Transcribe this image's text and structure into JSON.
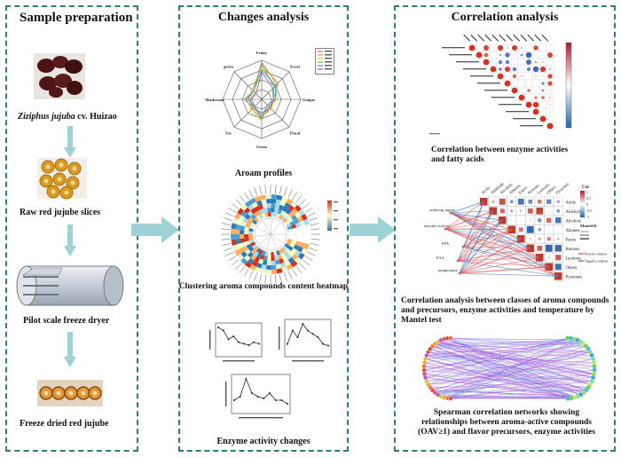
{
  "panels": {
    "sample": {
      "title": "Sample preparation",
      "caption_species_italic": "Ziziphus jujuba",
      "caption_species_rest": " cv. Huizao",
      "caption_slices": "Raw red jujube slices",
      "caption_dryer": "Pilot scale freeze dryer",
      "caption_dried": "Freeze dried red jujube"
    },
    "changes": {
      "title": "Changes analysis",
      "caption_radar": "Aroam profiles",
      "caption_heatmap": "Clustering aroma compounds content heatmap",
      "caption_enzyme": "Enzyme activity changes",
      "radar_labels": [
        "Fruity",
        "Sweet",
        "Unique",
        "Floral",
        "Green",
        "Fat",
        "Mushroom",
        "green"
      ]
    },
    "correlation": {
      "title": "Correlation analysis",
      "caption_fatty": "Correlation between enzyme activities and fatty acids",
      "caption_mantel": "Correlation analysis between classes of aroma compounds and precursors, enzyme activities and temperature by Mantel test",
      "caption_network": "Spearman correlation networks showing relationships between aroma-active compounds (OAV≥1) and flavor precursors, enzyme activities",
      "mantel_columns": [
        "Acids",
        "Aldehyde",
        "Alcohols",
        "Alkenes",
        "Esters",
        "Ketones",
        "Lactones",
        "Others",
        "Pyrazines"
      ],
      "mantel_rows": [
        "Acids",
        "Aldehyde",
        "Alcohols",
        "Alkanes",
        "Esters",
        "Ketones",
        "Lactones",
        "Others",
        "Pyrazines"
      ],
      "mantel_left": [
        "reducing sugars",
        "enzyme activity",
        "FFA",
        "FAA",
        "temperature"
      ],
      "mantel_legend_cor": "Cor",
      "mantel_legend_cor_values": [
        "1",
        "0.5",
        "0",
        "-0.5",
        "-1"
      ],
      "mantel_legend_r": "Mantel R",
      "mantel_legend_pos": "Positive relation",
      "mantel_legend_neg": "Negative relation",
      "colors": {
        "frame": "#2f7d6e",
        "arrow": "#9fd2d6",
        "positive": "#e05a5a",
        "negative": "#3f7fcc"
      }
    }
  }
}
